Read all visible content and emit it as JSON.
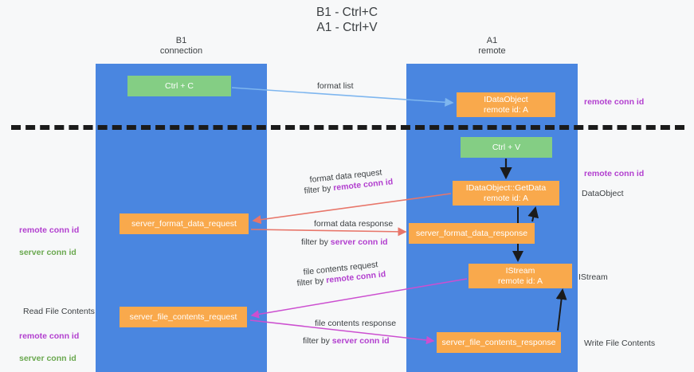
{
  "title": "B1 - Ctrl+C\nA1 - Ctrl+V",
  "lanes": {
    "b1": {
      "head": "B1\nconnection"
    },
    "a1": {
      "head": "A1\nremote"
    }
  },
  "nodes": {
    "ctrl_c": "Ctrl + C",
    "idataobject": "IDataObject\nremote id: A",
    "ctrl_v": "Ctrl + V",
    "getdata": "IDataObject::GetData\nremote id: A",
    "server_format_data_request": "server_format_data_request",
    "server_format_data_response": "server_format_data_response",
    "istream": "IStream\nremote id: A",
    "server_file_contents_request": "server_file_contents_request",
    "server_file_contents_response": "server_file_contents_response"
  },
  "annotations": {
    "remote_conn_id_top": "remote conn id",
    "remote_conn_id_mid": "remote conn id",
    "dataobject": "DataObject",
    "istream": "IStream",
    "write_file_contents": "Write File Contents",
    "read_file_contents": "Read File Contents",
    "remote_conn_id": "remote conn id",
    "server_conn_id": "server conn id"
  },
  "edges": {
    "format_list": "format list",
    "format_data_request": "format data request",
    "format_data_request_filter_prefix": "filter by ",
    "format_data_request_filter_key": "remote conn id",
    "format_data_response": "format data response",
    "format_data_response_filter_prefix": "filter by ",
    "format_data_response_filter_key": "server conn id",
    "file_contents_request": "file contents request",
    "file_contents_request_filter_prefix": "filter by ",
    "file_contents_request_filter_key": "remote conn id",
    "file_contents_response": "file contents response",
    "file_contents_response_filter_prefix": "filter by ",
    "file_contents_response_filter_key": "server conn id"
  },
  "colors": {
    "lane": "#4a86e0",
    "node_orange": "#f9a94c",
    "node_green": "#84ce84",
    "purple": "#b23fcf",
    "green_text": "#6aa84f",
    "arrow_blue": "#7eb6ef",
    "arrow_red": "#e8766a",
    "arrow_magenta": "#cc4fd0",
    "arrow_dark": "#1b1b1b",
    "background": "#f7f8f9"
  }
}
